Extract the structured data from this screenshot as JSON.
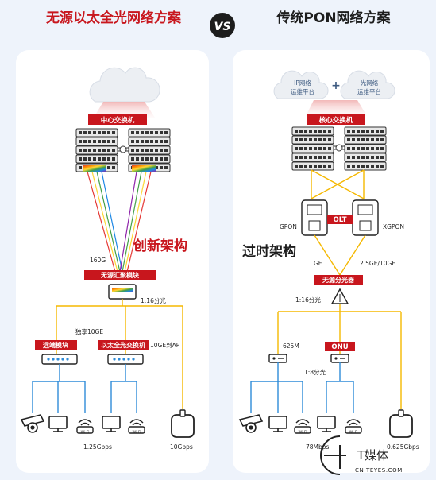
{
  "header": {
    "left_title": "无源以太全光网络方案",
    "vs": "VS",
    "right_title": "传统PON网络方案"
  },
  "left": {
    "core_label": "中心交换机",
    "link_speed": "160G",
    "agg_label": "无源汇聚模块",
    "split_label": "1:16分光",
    "exclusive_label": "独享10GE",
    "remote_module_label": "远端模块",
    "access_switch_label": "以太全光交换机",
    "to_ap_label": "10GE到AP",
    "speed_1": "1.25Gbps",
    "speed_2": "10Gbps",
    "wifi_text": "Wi-Fi",
    "callout": "创新架构"
  },
  "right": {
    "cloud_a": [
      "IP网络",
      "运维平台"
    ],
    "cloud_b": [
      "光网络",
      "运维平台"
    ],
    "plus": "+",
    "core_label": "核心交换机",
    "olt_label": "OLT",
    "gpon": "GPON",
    "xgpon": "XGPON",
    "ge": "GE",
    "ge_10": "2.5GE/10GE",
    "splitter_label": "无源分光器",
    "split_label": "1:16分光",
    "s625": "625M",
    "onu_label": "ONU",
    "split_8": "1:8分光",
    "speed_78": "78Mbps",
    "speed_625": "0.625Gbps",
    "wifi_text": "Wi-Fi",
    "callout": "过时架构"
  },
  "watermark": {
    "brand": "T媒体",
    "site": "CNITEYES.COM"
  },
  "colors": {
    "red": "#c8161d",
    "yellow": "#f5b800",
    "blue": "#2e8bd8",
    "dark": "#222222",
    "accent": "#3d5a80"
  }
}
